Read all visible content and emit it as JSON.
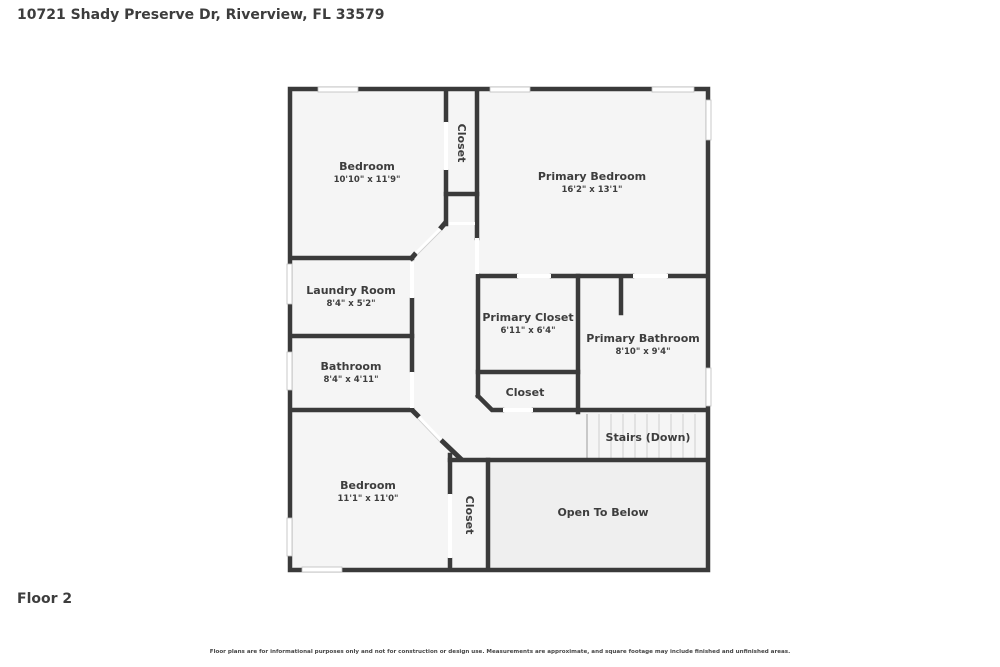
{
  "header": {
    "address": "10721 Shady Preserve Dr, Riverview, FL 33579"
  },
  "floor": {
    "label": "Floor 2"
  },
  "footer": {
    "disclaimer": "Floor plans are for informational purposes only and not for construction or design use. Measurements are approximate, and square footage may include finished and unfinished areas."
  },
  "colors": {
    "wall": "#3a3a3a",
    "room_fill": "#f5f5f5",
    "open_below_fill": "#efefef",
    "window": "#ffffff"
  },
  "rooms": [
    {
      "name": "Bedroom",
      "dims": "10'10\" x 11'9\""
    },
    {
      "name": "Closet",
      "dims": ""
    },
    {
      "name": "Primary Bedroom",
      "dims": "16'2\" x 13'1\""
    },
    {
      "name": "Laundry Room",
      "dims": "8'4\" x 5'2\""
    },
    {
      "name": "Bathroom",
      "dims": "8'4\" x 4'11\""
    },
    {
      "name": "Primary Closet",
      "dims": "6'11\" x 6'4\""
    },
    {
      "name": "Primary Bathroom",
      "dims": "8'10\" x 9'4\""
    },
    {
      "name": "Closet",
      "dims": ""
    },
    {
      "name": "Stairs (Down)",
      "dims": ""
    },
    {
      "name": "Bedroom",
      "dims": "11'1\" x 11'0\""
    },
    {
      "name": "Closet",
      "dims": ""
    },
    {
      "name": "Open To Below",
      "dims": ""
    }
  ]
}
